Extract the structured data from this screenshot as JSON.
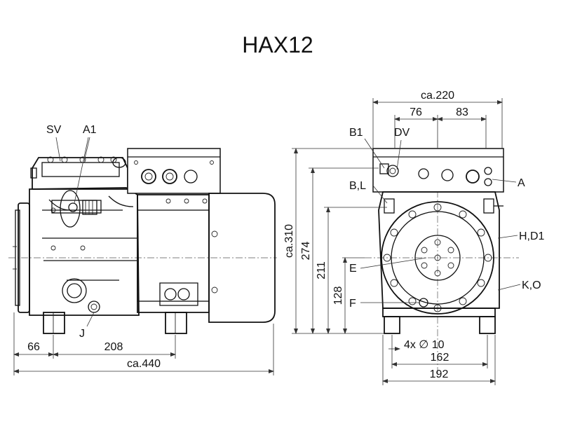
{
  "title": "HAX12",
  "side_view": {
    "labels": {
      "sv": "SV",
      "a1": "A1",
      "j": "J"
    },
    "dims": {
      "d66": "66",
      "d208": "208",
      "d440": "ca.440"
    }
  },
  "front_view": {
    "labels": {
      "b1": "B1",
      "dv": "DV",
      "a": "A",
      "bl": "B,L",
      "hd1": "H,D1",
      "e": "E",
      "ko": "K,O",
      "f": "F"
    },
    "dims": {
      "d220": "ca.220",
      "d76": "76",
      "d83": "83",
      "d310": "ca.310",
      "d274": "274",
      "d211": "211",
      "d128": "128",
      "holes": "4x ∅ 10",
      "d162": "162",
      "d192": "192"
    }
  },
  "icons": {
    "diameter": "diameter-symbol"
  }
}
